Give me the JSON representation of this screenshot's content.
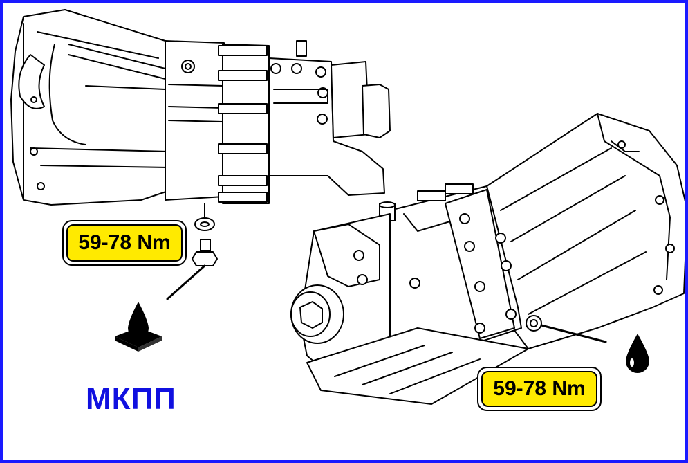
{
  "frame": {
    "border_color": "#1a1aff",
    "background": "#ffffff"
  },
  "caption": {
    "text": "МКПП",
    "color": "#1010e0"
  },
  "callouts": [
    {
      "label": "59-78 Nm",
      "color": "#ffea00"
    },
    {
      "label": "59-78 Nm",
      "color": "#ffea00"
    }
  ],
  "icons": {
    "fill_oil": "oil-drop-on-tray-icon",
    "drain_oil": "oil-drop-icon"
  }
}
